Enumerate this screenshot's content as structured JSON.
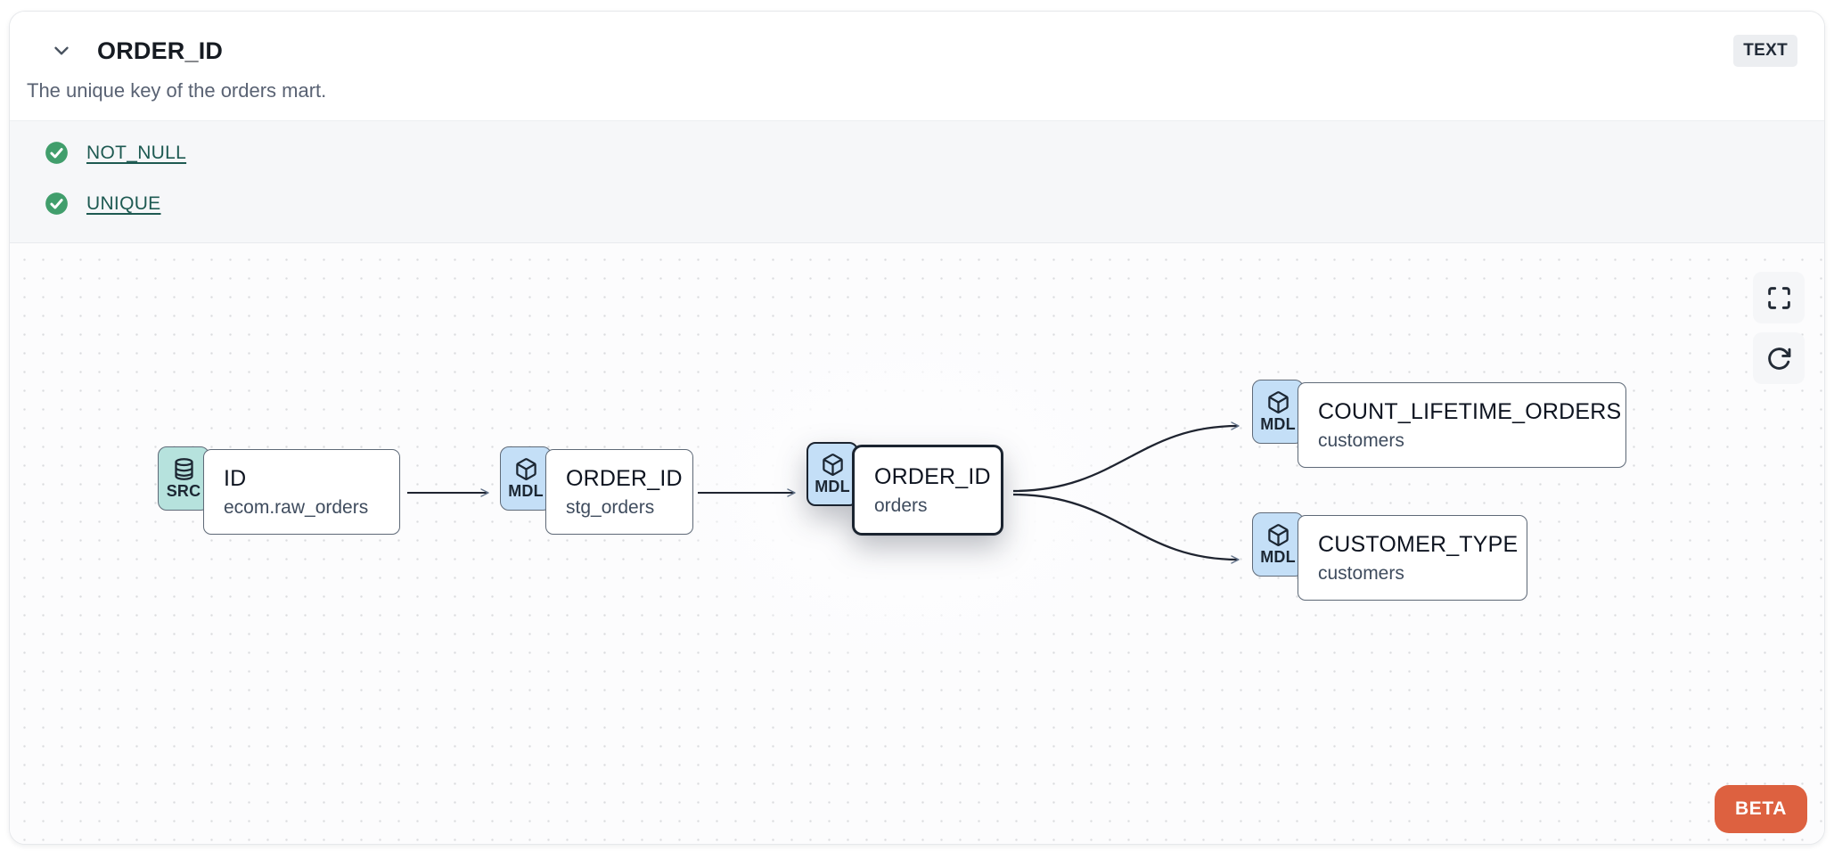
{
  "header": {
    "title": "ORDER_ID",
    "type_badge": "TEXT",
    "description": "The unique key of the orders mart."
  },
  "tests": [
    {
      "label": "NOT_NULL",
      "status": "pass"
    },
    {
      "label": "UNIQUE",
      "status": "pass"
    }
  ],
  "lineage": {
    "beta_label": "BETA",
    "nodes": [
      {
        "id": "source-raw-orders",
        "badge": "SRC",
        "kind": "source",
        "title": "ID",
        "subtitle": "ecom.raw_orders",
        "selected": false
      },
      {
        "id": "model-stg-orders",
        "badge": "MDL",
        "kind": "model",
        "title": "ORDER_ID",
        "subtitle": "stg_orders",
        "selected": false
      },
      {
        "id": "model-orders",
        "badge": "MDL",
        "kind": "model",
        "title": "ORDER_ID",
        "subtitle": "orders",
        "selected": true
      },
      {
        "id": "model-customers-count-lifetime-orders",
        "badge": "MDL",
        "kind": "model",
        "title": "COUNT_LIFETIME_ORDERS",
        "subtitle": "customers",
        "selected": false
      },
      {
        "id": "model-customers-customer-type",
        "badge": "MDL",
        "kind": "model",
        "title": "CUSTOMER_TYPE",
        "subtitle": "customers",
        "selected": false
      }
    ],
    "edges": [
      {
        "from": "source-raw-orders",
        "to": "model-stg-orders"
      },
      {
        "from": "model-stg-orders",
        "to": "model-orders"
      },
      {
        "from": "model-orders",
        "to": "model-customers-count-lifetime-orders"
      },
      {
        "from": "model-orders",
        "to": "model-customers-customer-type"
      }
    ],
    "colors": {
      "source_badge": "#b6e2dd",
      "model_badge": "#c4dff7",
      "selected_border": "#1b2430",
      "edge": "#1f2430",
      "beta": "#dd6140",
      "check": "#419e6c",
      "test_link": "#1e5a52"
    }
  }
}
